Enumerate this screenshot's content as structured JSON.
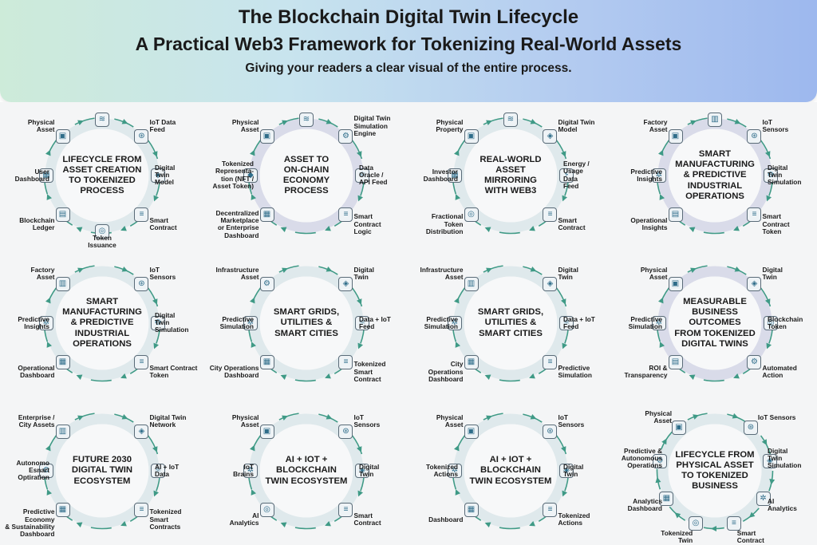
{
  "header": {
    "title": "The Blockchain Digital Twin Lifecycle",
    "subtitle": "A Practical Web3 Framework for Tokenizing Real-World Assets",
    "tagline": "Giving your readers a clear visual of the entire process."
  },
  "colors": {
    "ring_light": "#dfe9ec",
    "ring_dark": "#d9dbe9",
    "arrow": "#3f9a86",
    "icon_border": "#5a6b78",
    "icon_fill": "#eef3f6"
  },
  "panels": [
    {
      "center": "LIFECYCLE FROM\nASSET CREATION\nTO TOKENIZED\nPROCESS",
      "ring": "light",
      "nodes": [
        {
          "label": "",
          "icon": "network-icon",
          "glyph": "≋"
        },
        {
          "label": "IoT Data\nFeed",
          "icon": "sensor-icon",
          "glyph": "⊛"
        },
        {
          "label": "Digital\nTwin\nModel",
          "icon": "twin-model-icon",
          "glyph": "◈"
        },
        {
          "label": "Smart\nContract",
          "icon": "contract-icon",
          "glyph": "≡"
        },
        {
          "label": "Token\nIssuance",
          "icon": "token-icon",
          "glyph": "◎"
        },
        {
          "label": "Blockchain\nLedger",
          "icon": "ledger-icon",
          "glyph": "▤"
        },
        {
          "label": "User\nDashboard",
          "icon": "dashboard-icon",
          "glyph": "▦"
        },
        {
          "label": "Physical\nAsset",
          "icon": "cube-icon",
          "glyph": "▣"
        }
      ]
    },
    {
      "center": "ASSET TO\nON-CHAIN\nECONOMY\nPROCESS",
      "ring": "dark",
      "nodes": [
        {
          "label": "",
          "icon": "network-icon",
          "glyph": "≋"
        },
        {
          "label": "Digital Twin\nSimulation\nEngine",
          "icon": "simulation-icon",
          "glyph": "⚙"
        },
        {
          "label": "Data\nOracle /\nAPI Feed",
          "icon": "oracle-icon",
          "glyph": "⚛"
        },
        {
          "label": "Smart\nContract\nLogic",
          "icon": "contract-icon",
          "glyph": "≡"
        },
        {
          "label": "",
          "icon": "",
          "glyph": ""
        },
        {
          "label": "Decentralized\nMarketplace\nor Enterprise\nDashboard",
          "icon": "marketplace-icon",
          "glyph": "▦"
        },
        {
          "label": "Tokenized\nRepresenta-\ntion (NFT /\nAsset Token)",
          "icon": "nft-icon",
          "glyph": "◆"
        },
        {
          "label": "Physical\nAsset",
          "icon": "cube-icon",
          "glyph": "▣"
        }
      ]
    },
    {
      "center": "REAL-WORLD\nASSET\nMIRRORING\nWITH WEB3",
      "ring": "light",
      "nodes": [
        {
          "label": "",
          "icon": "network-icon",
          "glyph": "≋"
        },
        {
          "label": "Digital Twin\nModel",
          "icon": "twin-model-icon",
          "glyph": "◈"
        },
        {
          "label": "Energy /\nUsage\nData\nFeed",
          "icon": "energy-icon",
          "glyph": "⚡"
        },
        {
          "label": "Smart\nContract",
          "icon": "contract-icon",
          "glyph": "≡"
        },
        {
          "label": "",
          "icon": "",
          "glyph": ""
        },
        {
          "label": "Fractional\nToken\nDistribution",
          "icon": "token-icon",
          "glyph": "◎"
        },
        {
          "label": "Investor\nDashboard",
          "icon": "dashboard-icon",
          "glyph": "▦"
        },
        {
          "label": "Physical\nProperty",
          "icon": "cube-icon",
          "glyph": "▣"
        }
      ]
    },
    {
      "center": "SMART\nMANUFACTURING\n& PREDICTIVE\nINDUSTRIAL\nOPERATIONS",
      "ring": "dark",
      "nodes": [
        {
          "label": "",
          "icon": "factory-icon",
          "glyph": "▥"
        },
        {
          "label": "IoT\nSensors",
          "icon": "sensor-icon",
          "glyph": "⊛"
        },
        {
          "label": "Digital\nTwin\nSimulation",
          "icon": "simulation-icon",
          "glyph": "⚙"
        },
        {
          "label": "Smart\nContract\nToken",
          "icon": "contract-icon",
          "glyph": "≡"
        },
        {
          "label": "",
          "icon": "",
          "glyph": ""
        },
        {
          "label": "Operational\nInsights",
          "icon": "chart-icon",
          "glyph": "▤"
        },
        {
          "label": "Predictive\nInsights",
          "icon": "predictive-icon",
          "glyph": "✲"
        },
        {
          "label": "Factory\nAsset",
          "icon": "cube-icon",
          "glyph": "▣"
        }
      ]
    },
    {
      "center": "SMART\nMANUFACTURING\n& PREDICTIVE\nINDUSTRIAL\nOPERATIONS",
      "ring": "light",
      "nodes": [
        {
          "label": "",
          "icon": "",
          "glyph": ""
        },
        {
          "label": "IoT\nSensors",
          "icon": "sensor-icon",
          "glyph": "⊛"
        },
        {
          "label": "Digital\nTwin\nSimulation",
          "icon": "simulation-icon",
          "glyph": "⚙"
        },
        {
          "label": "Smart Contract\nToken",
          "icon": "contract-icon",
          "glyph": "≡"
        },
        {
          "label": "",
          "icon": "",
          "glyph": ""
        },
        {
          "label": "Operational\nDashboard",
          "icon": "dashboard-icon",
          "glyph": "▦"
        },
        {
          "label": "Predictive\nInsights",
          "icon": "predictive-icon",
          "glyph": "✲"
        },
        {
          "label": "Factory\nAsset",
          "icon": "factory-icon",
          "glyph": "▥"
        }
      ]
    },
    {
      "center": "SMART GRIDS,\nUTILITIES &\nSMART CITIES",
      "ring": "light",
      "nodes": [
        {
          "label": "",
          "icon": "",
          "glyph": ""
        },
        {
          "label": "Digital\nTwin",
          "icon": "twin-icon",
          "glyph": "◈"
        },
        {
          "label": "Data + IoT\nFeed",
          "icon": "iot-icon",
          "glyph": "⚛"
        },
        {
          "label": "Tokenized\nSmart\nContract",
          "icon": "contract-icon",
          "glyph": "≡"
        },
        {
          "label": "",
          "icon": "",
          "glyph": ""
        },
        {
          "label": "City Operations\nDashboard",
          "icon": "dashboard-icon",
          "glyph": "▦"
        },
        {
          "label": "Predictive\nSimulation",
          "icon": "predictive-icon",
          "glyph": "✲"
        },
        {
          "label": "Infrastructure\nAsset",
          "icon": "infrastructure-icon",
          "glyph": "⚙"
        }
      ]
    },
    {
      "center": "SMART GRIDS,\nUTILITIES &\nSMART CITIES",
      "ring": "light",
      "nodes": [
        {
          "label": "",
          "icon": "",
          "glyph": ""
        },
        {
          "label": "Digital\nTwin",
          "icon": "twin-icon",
          "glyph": "◈"
        },
        {
          "label": "Data + IoT\nFeed",
          "icon": "iot-icon",
          "glyph": "⚛"
        },
        {
          "label": "Predictive\nSimulation",
          "icon": "predictive-icon",
          "glyph": "≡"
        },
        {
          "label": "",
          "icon": "",
          "glyph": ""
        },
        {
          "label": "City\nOperations\nDashboard",
          "icon": "dashboard-icon",
          "glyph": "▦"
        },
        {
          "label": "Predictive\nSimulation",
          "icon": "predictive-icon",
          "glyph": "✲"
        },
        {
          "label": "Infrastructure\nAsset",
          "icon": "infrastructure-icon",
          "glyph": "▥"
        }
      ]
    },
    {
      "center": "MEASURABLE\nBUSINESS\nOUTCOMES\nFROM TOKENIZED\nDIGITAL TWINS",
      "ring": "dark",
      "nodes": [
        {
          "label": "",
          "icon": "",
          "glyph": ""
        },
        {
          "label": "Digital\nTwin",
          "icon": "twin-icon",
          "glyph": "◈"
        },
        {
          "label": "Blockchain\nToken",
          "icon": "token-icon",
          "glyph": "◎"
        },
        {
          "label": "Automated\nAction",
          "icon": "automation-icon",
          "glyph": "⚙"
        },
        {
          "label": "",
          "icon": "",
          "glyph": ""
        },
        {
          "label": "ROI &\nTransparency",
          "icon": "roi-icon",
          "glyph": "▤"
        },
        {
          "label": "Predictive\nSimulation",
          "icon": "predictive-icon",
          "glyph": "✲"
        },
        {
          "label": "Physical\nAsset",
          "icon": "cube-icon",
          "glyph": "▣"
        }
      ]
    },
    {
      "center": "FUTURE 2030\nDIGITAL TWIN\nECOSYSTEM",
      "ring": "light",
      "nodes": [
        {
          "label": "",
          "icon": "",
          "glyph": ""
        },
        {
          "label": "Digital Twin\nNetwork",
          "icon": "network-icon",
          "glyph": "◈"
        },
        {
          "label": "AI + IoT\nData",
          "icon": "ai-icon",
          "glyph": "⚛"
        },
        {
          "label": "Tokenized\nSmart\nContracts",
          "icon": "contract-icon",
          "glyph": "≡"
        },
        {
          "label": "",
          "icon": "",
          "glyph": ""
        },
        {
          "label": "Predictive Economy\n& Sustainability\nDashboard",
          "icon": "dashboard-icon",
          "glyph": "▦"
        },
        {
          "label": "Autonomo\nEsnart\nOptiration",
          "icon": "autonomous-icon",
          "glyph": "⚙"
        },
        {
          "label": "Enterprise /\nCity Assets",
          "icon": "city-icon",
          "glyph": "▥"
        }
      ]
    },
    {
      "center": "AI + IOT +\nBLOCKCHAIN\nTWIN ECOSYSTEM",
      "ring": "light",
      "nodes": [
        {
          "label": "",
          "icon": "",
          "glyph": ""
        },
        {
          "label": "IoT\nSensors",
          "icon": "sensor-icon",
          "glyph": "⊛"
        },
        {
          "label": "Digital\nTwin",
          "icon": "twin-icon",
          "glyph": "◈"
        },
        {
          "label": "Smart\nContract",
          "icon": "contract-icon",
          "glyph": "≡"
        },
        {
          "label": "",
          "icon": "",
          "glyph": ""
        },
        {
          "label": "AI\nAnalytics",
          "icon": "ai-icon",
          "glyph": "◎"
        },
        {
          "label": "IoT\nBrains",
          "icon": "brain-icon",
          "glyph": "✲"
        },
        {
          "label": "Physical\nAsset",
          "icon": "cube-icon",
          "glyph": "▣"
        }
      ]
    },
    {
      "center": "AI + IOT +\nBLOCKCHAIN\nTWIN ECOSYSTEM",
      "ring": "light",
      "nodes": [
        {
          "label": "",
          "icon": "",
          "glyph": ""
        },
        {
          "label": "IoT\nSensors",
          "icon": "sensor-icon",
          "glyph": "⊛"
        },
        {
          "label": "Digital\nTwin",
          "icon": "twin-icon",
          "glyph": "◈"
        },
        {
          "label": "Tokenized\nActions",
          "icon": "contract-icon",
          "glyph": "≡"
        },
        {
          "label": "",
          "icon": "",
          "glyph": ""
        },
        {
          "label": "Dashboard",
          "icon": "dashboard-icon",
          "glyph": "▦"
        },
        {
          "label": "Tokenized\nActions",
          "icon": "brain-icon",
          "glyph": "✲"
        },
        {
          "label": "Physical\nAsset",
          "icon": "cube-icon",
          "glyph": "▣"
        }
      ]
    },
    {
      "center": "LIFECYCLE FROM\nPHYSICAL ASSET\nTO TOKENIZED\nBUSINESS",
      "ring": "light",
      "nodes": [
        {
          "label": "",
          "icon": "",
          "glyph": ""
        },
        {
          "label": "IoT Sensors",
          "icon": "sensor-icon",
          "glyph": "⊛"
        },
        {
          "label": "Digital\nTwin\nSimulation",
          "icon": "simulation-icon",
          "glyph": "◈"
        },
        {
          "label": "AI\nAnalytics",
          "icon": "ai-icon",
          "glyph": "✲"
        },
        {
          "label": "Smart\nContract",
          "icon": "contract-icon",
          "glyph": "≡"
        },
        {
          "label": "Tokenized\nTwin",
          "icon": "token-icon",
          "glyph": "◎"
        },
        {
          "label": "Analytics\nDashboard",
          "icon": "dashboard-icon",
          "glyph": "▦"
        },
        {
          "label": "Predictive &\nAutonomous\nOperations",
          "icon": "autonomous-icon",
          "glyph": "⚙"
        },
        {
          "label": "Physical\nAsset",
          "icon": "cube-icon",
          "glyph": "▣"
        }
      ]
    }
  ]
}
